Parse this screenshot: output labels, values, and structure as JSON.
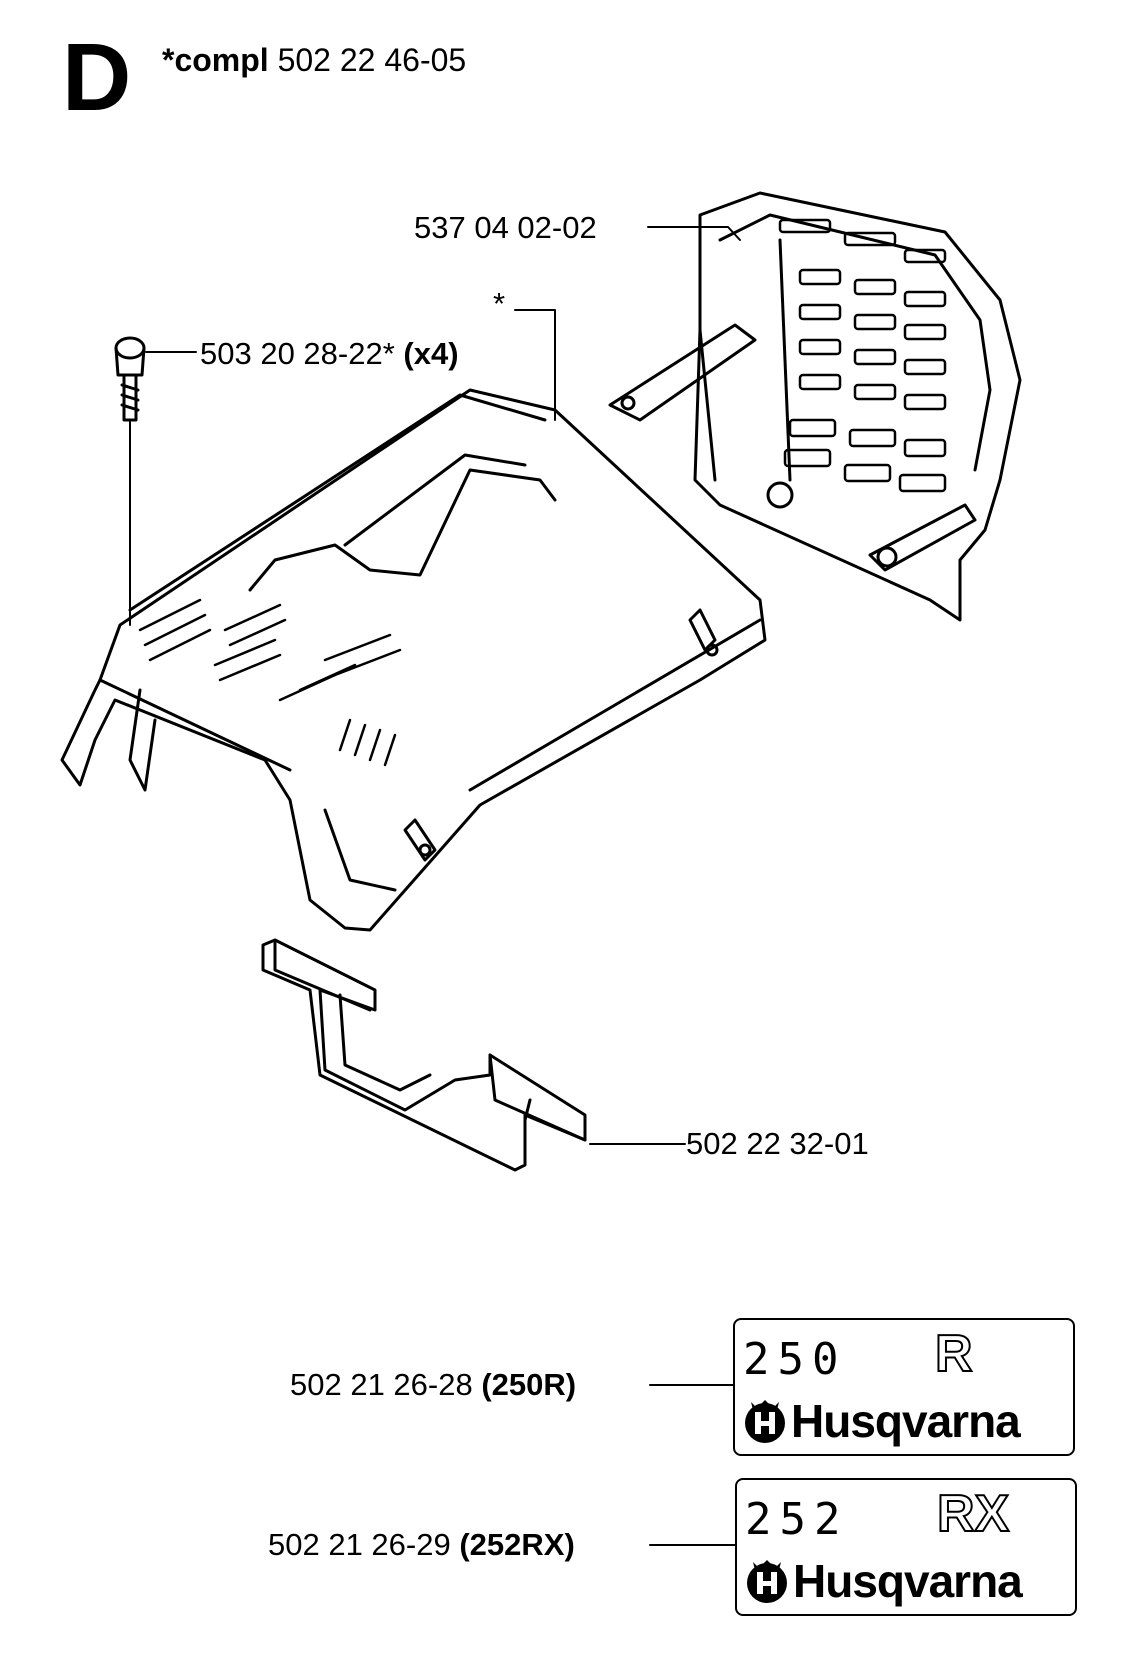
{
  "header": {
    "section_letter": "D",
    "assembly_prefix": "*compl",
    "assembly_number": "502 22 46-05"
  },
  "callouts": {
    "filter_holder": {
      "part": "537 04 02-02"
    },
    "cover_marker": {
      "text": "*"
    },
    "screw": {
      "part": "503 20 28-22*",
      "qty": "(x4)"
    },
    "base_plate": {
      "part": "502 22 32-01"
    },
    "decal_250r": {
      "part": "502 21 26-28",
      "model": "(250R)"
    },
    "decal_252rx": {
      "part": "502 21 26-29",
      "model": "(252RX)"
    }
  },
  "decals": {
    "decal_250r": {
      "model": "250",
      "suffix": "R",
      "brand": "Husqvarna"
    },
    "decal_252rx": {
      "model": "252",
      "suffix": "RX",
      "brand": "Husqvarna"
    }
  }
}
